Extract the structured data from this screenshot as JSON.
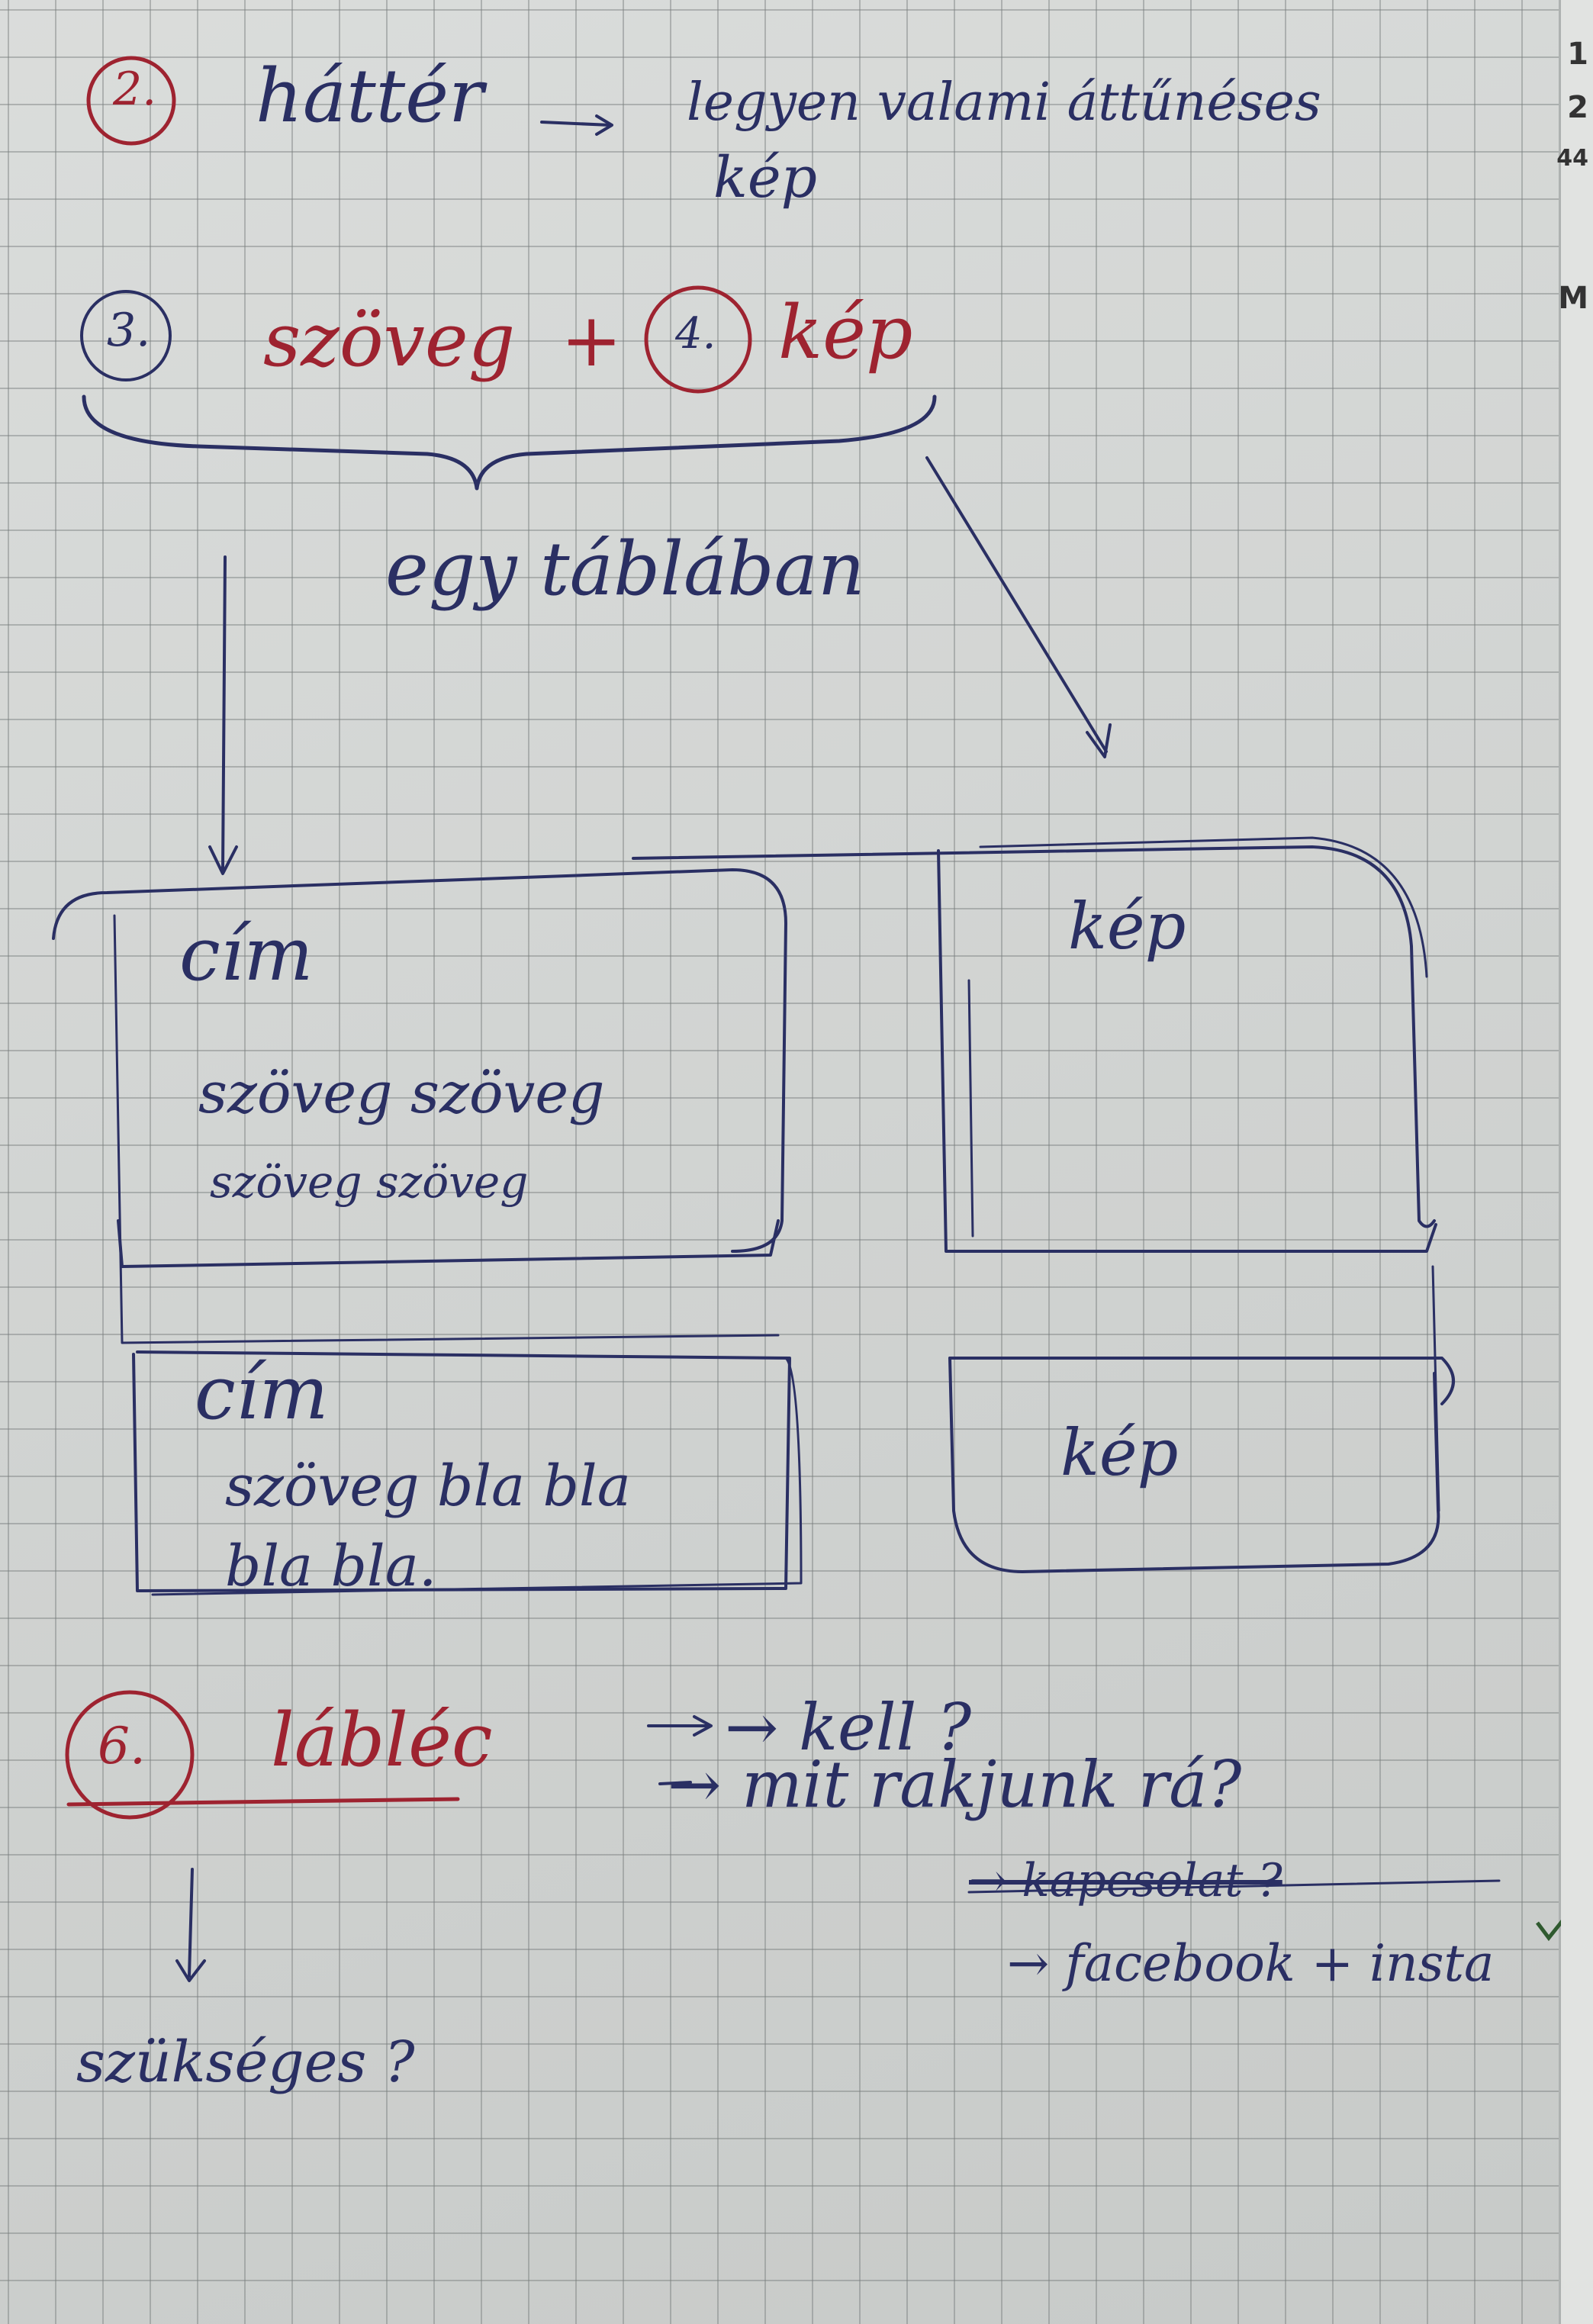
{
  "colors": {
    "ink_blue": "#2a2f63",
    "ink_red": "#9e2330",
    "paper": "#d2d5d3"
  },
  "edge_numbers": [
    "1",
    "2",
    "44",
    "M"
  ],
  "section2": {
    "number": "2.",
    "label": "háttér",
    "arrow": "→",
    "note_line1": "legyen valami áttűnéses",
    "note_line2": "kép"
  },
  "section34": {
    "number3": "3.",
    "label3": "szöveg",
    "plus": "+",
    "number4": "4.",
    "label4": "kép",
    "brace_note": "egy táblában"
  },
  "layout_sketch": {
    "left_top": {
      "title": "cím",
      "line1": "szöveg szöveg",
      "line2": "szöveg szöveg"
    },
    "right_top": {
      "label": "kép"
    },
    "left_bottom": {
      "title": "cím",
      "line1": "szöveg bla bla",
      "line2": "bla bla."
    },
    "right_bottom": {
      "label": "kép"
    }
  },
  "section6": {
    "number": "6.",
    "label": "lábléc",
    "q1": "→ kell ?",
    "q2": "→ mit rakjunk rá?",
    "struck": "→ kapcsolat ?",
    "opt": "→ facebook + insta",
    "check": "✓",
    "down_note": "szükséges ?"
  }
}
